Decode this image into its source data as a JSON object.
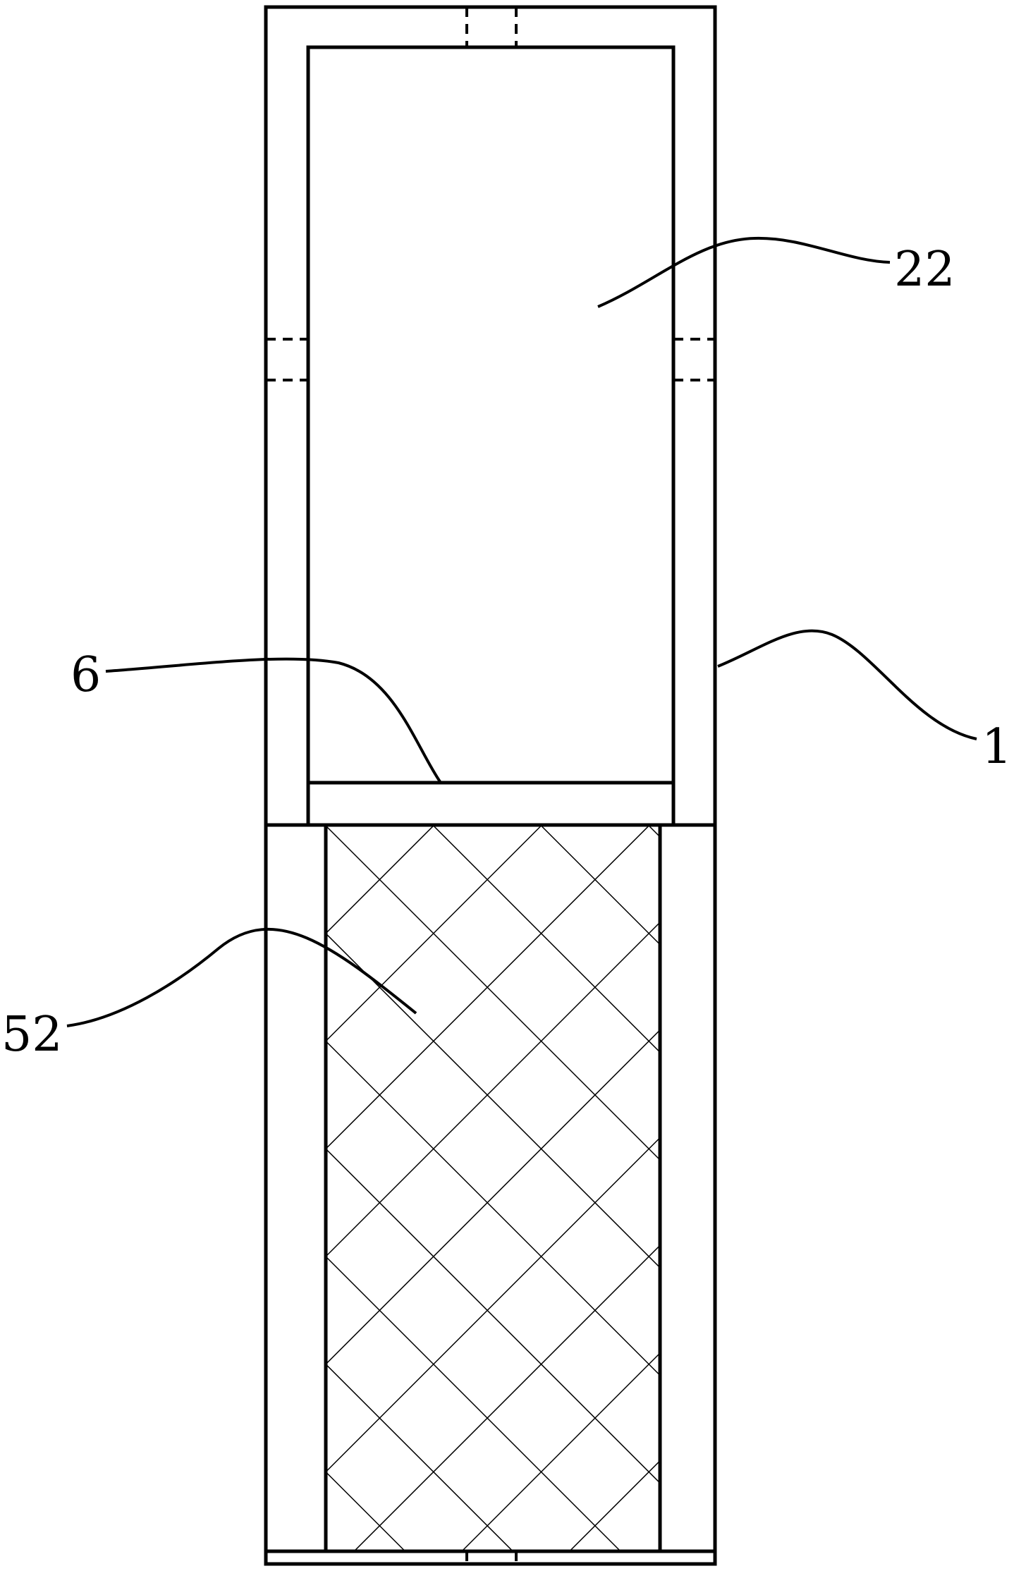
{
  "colors": {
    "stroke": "#000000",
    "background": "#ffffff"
  },
  "labels": {
    "inner_cavity": "22",
    "housing": "1",
    "partition": "6",
    "filter_mesh": "52"
  }
}
